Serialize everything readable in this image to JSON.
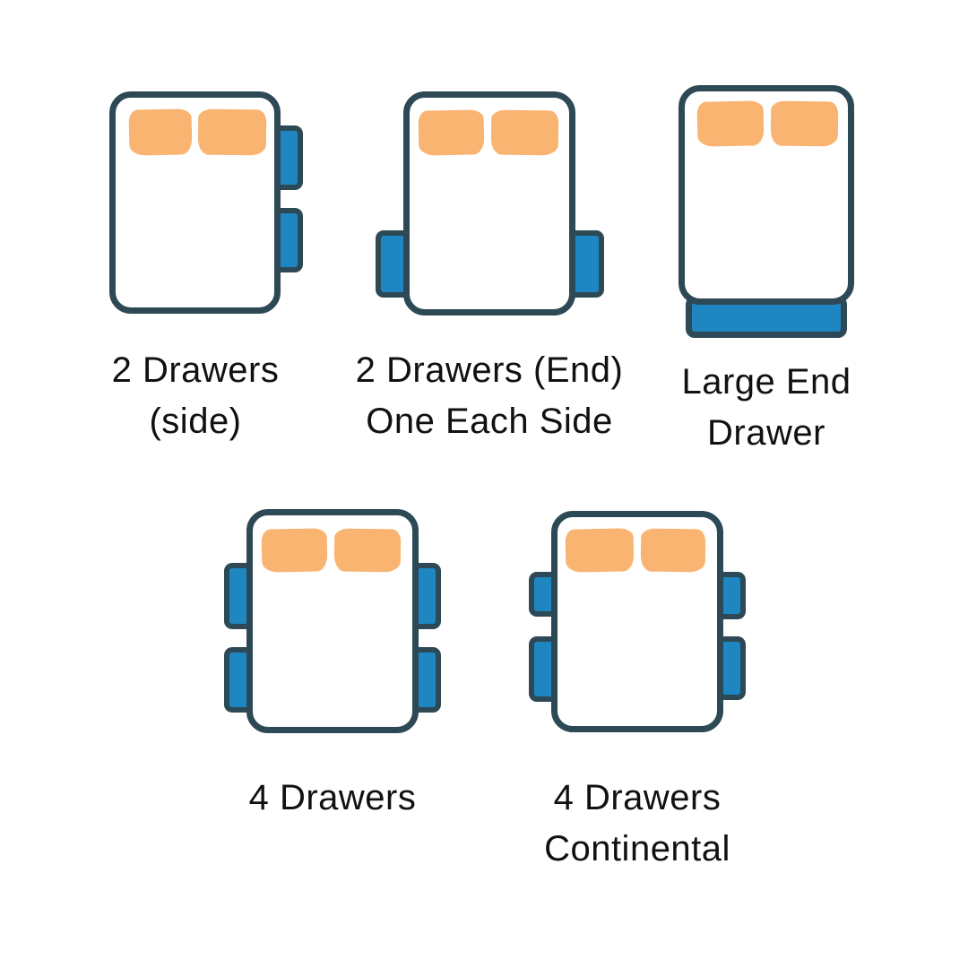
{
  "colors": {
    "background": "#ffffff",
    "outline": "#2d4956",
    "drawer_blue": "#1e87c2",
    "pillow_orange": "#f9b471",
    "text": "#111111"
  },
  "figures": [
    {
      "name": "2-drawers-side",
      "icon": "bed-top-view-two-right-side-drawers-icon",
      "label_lines": [
        "2 Drawers",
        "(side)"
      ]
    },
    {
      "name": "2-drawers-end-one-each-side",
      "icon": "bed-top-view-one-drawer-each-side-icon",
      "label_lines": [
        "2 Drawers (End)",
        "One Each Side"
      ]
    },
    {
      "name": "large-end-drawer",
      "icon": "bed-top-view-large-end-drawer-icon",
      "label_lines": [
        "Large End",
        "Drawer"
      ]
    },
    {
      "name": "4-drawers",
      "icon": "bed-top-view-two-drawers-each-side-icon",
      "label_lines": [
        "4 Drawers"
      ]
    },
    {
      "name": "4-drawers-continental",
      "icon": "bed-top-view-two-drawers-each-side-continental-icon",
      "label_lines": [
        "4 Drawers",
        "Continental"
      ]
    }
  ]
}
